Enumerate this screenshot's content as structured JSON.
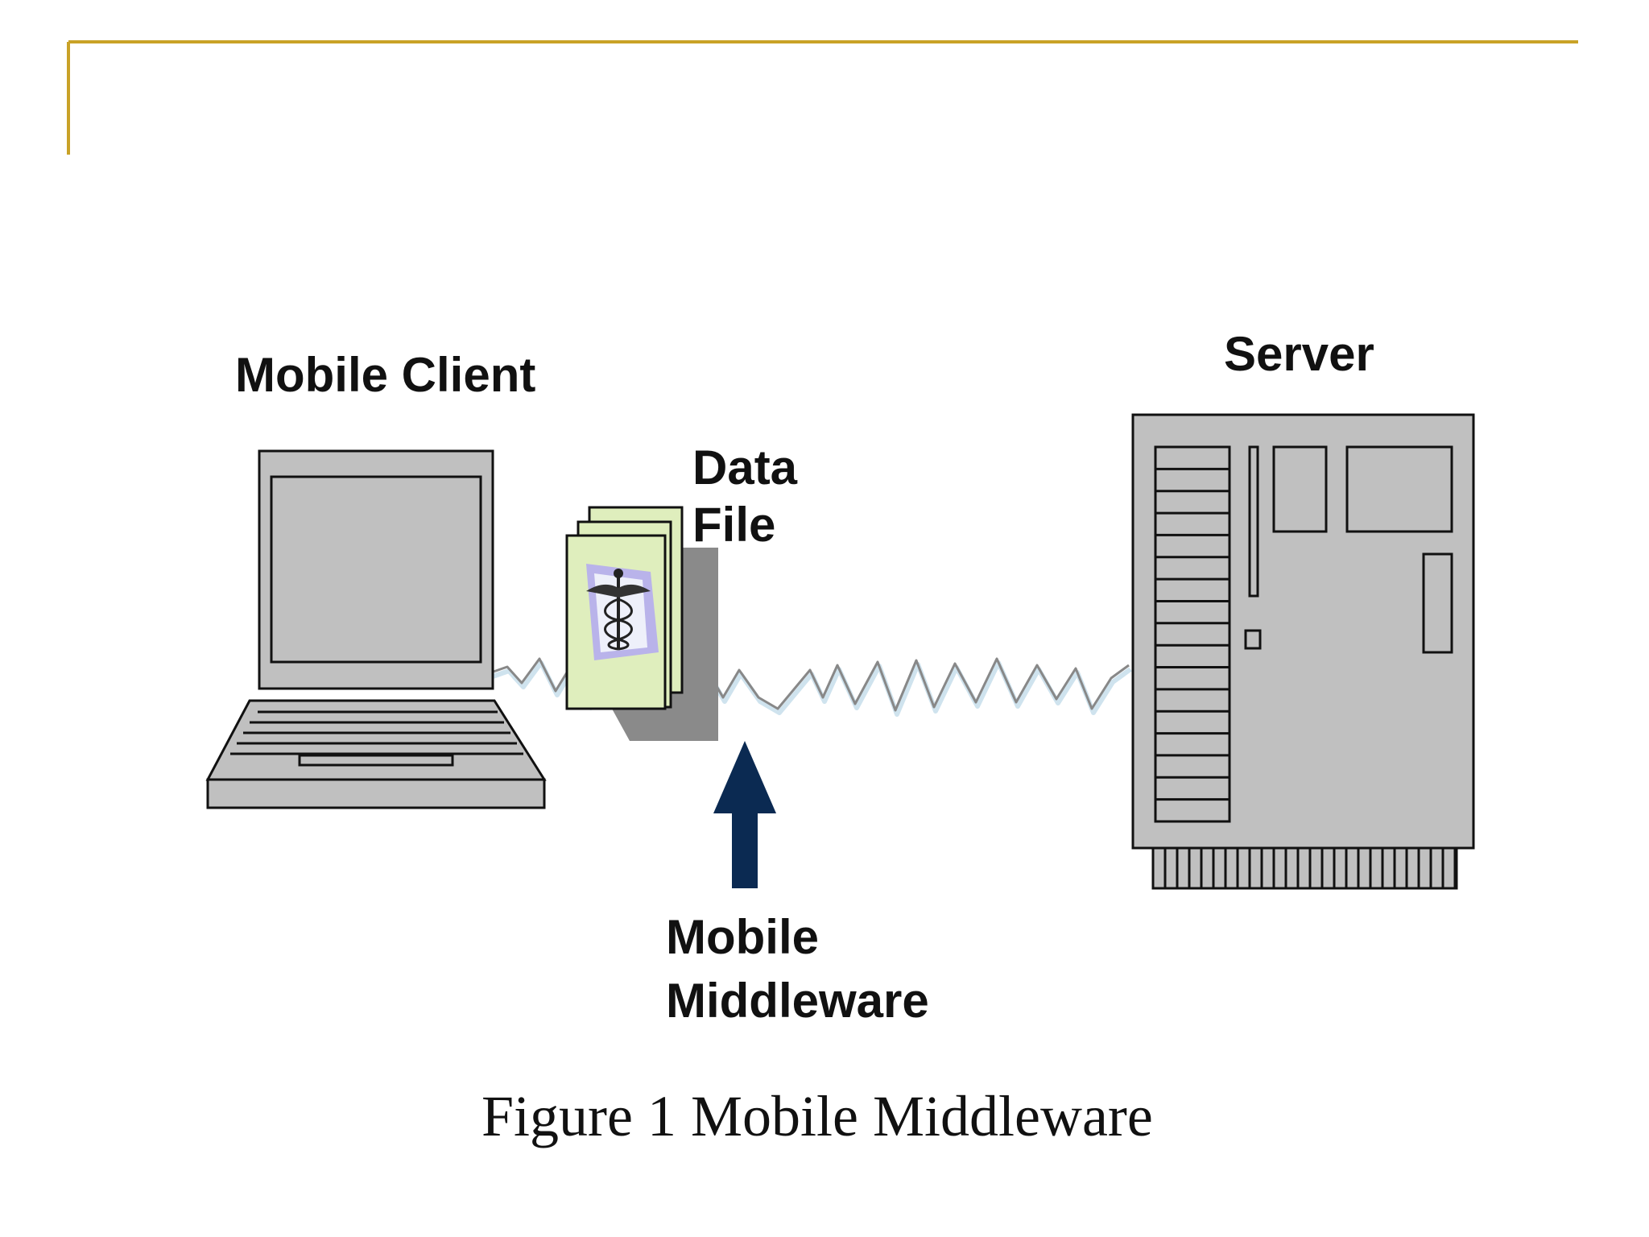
{
  "labels": {
    "mobile_client": "Mobile Client",
    "server": "Server",
    "data_file_line1": "Data",
    "data_file_line2": "File",
    "middleware_line1": "Mobile",
    "middleware_line2": "Middleware"
  },
  "caption": "Figure 1 Mobile Middleware",
  "colors": {
    "frame_rule": "#c9a227",
    "device_fill": "#c0c0c0",
    "outline": "#111111",
    "arrow": "#0b2a52",
    "document_fill": "#dfeebd",
    "wave": "#888888"
  },
  "icons": {
    "client": "laptop-icon",
    "server": "server-tower-icon",
    "file": "data-file-stack-icon",
    "file_emblem": "caduceus-icon",
    "pointer": "arrow-up-icon",
    "link": "wireless-wave-icon"
  }
}
